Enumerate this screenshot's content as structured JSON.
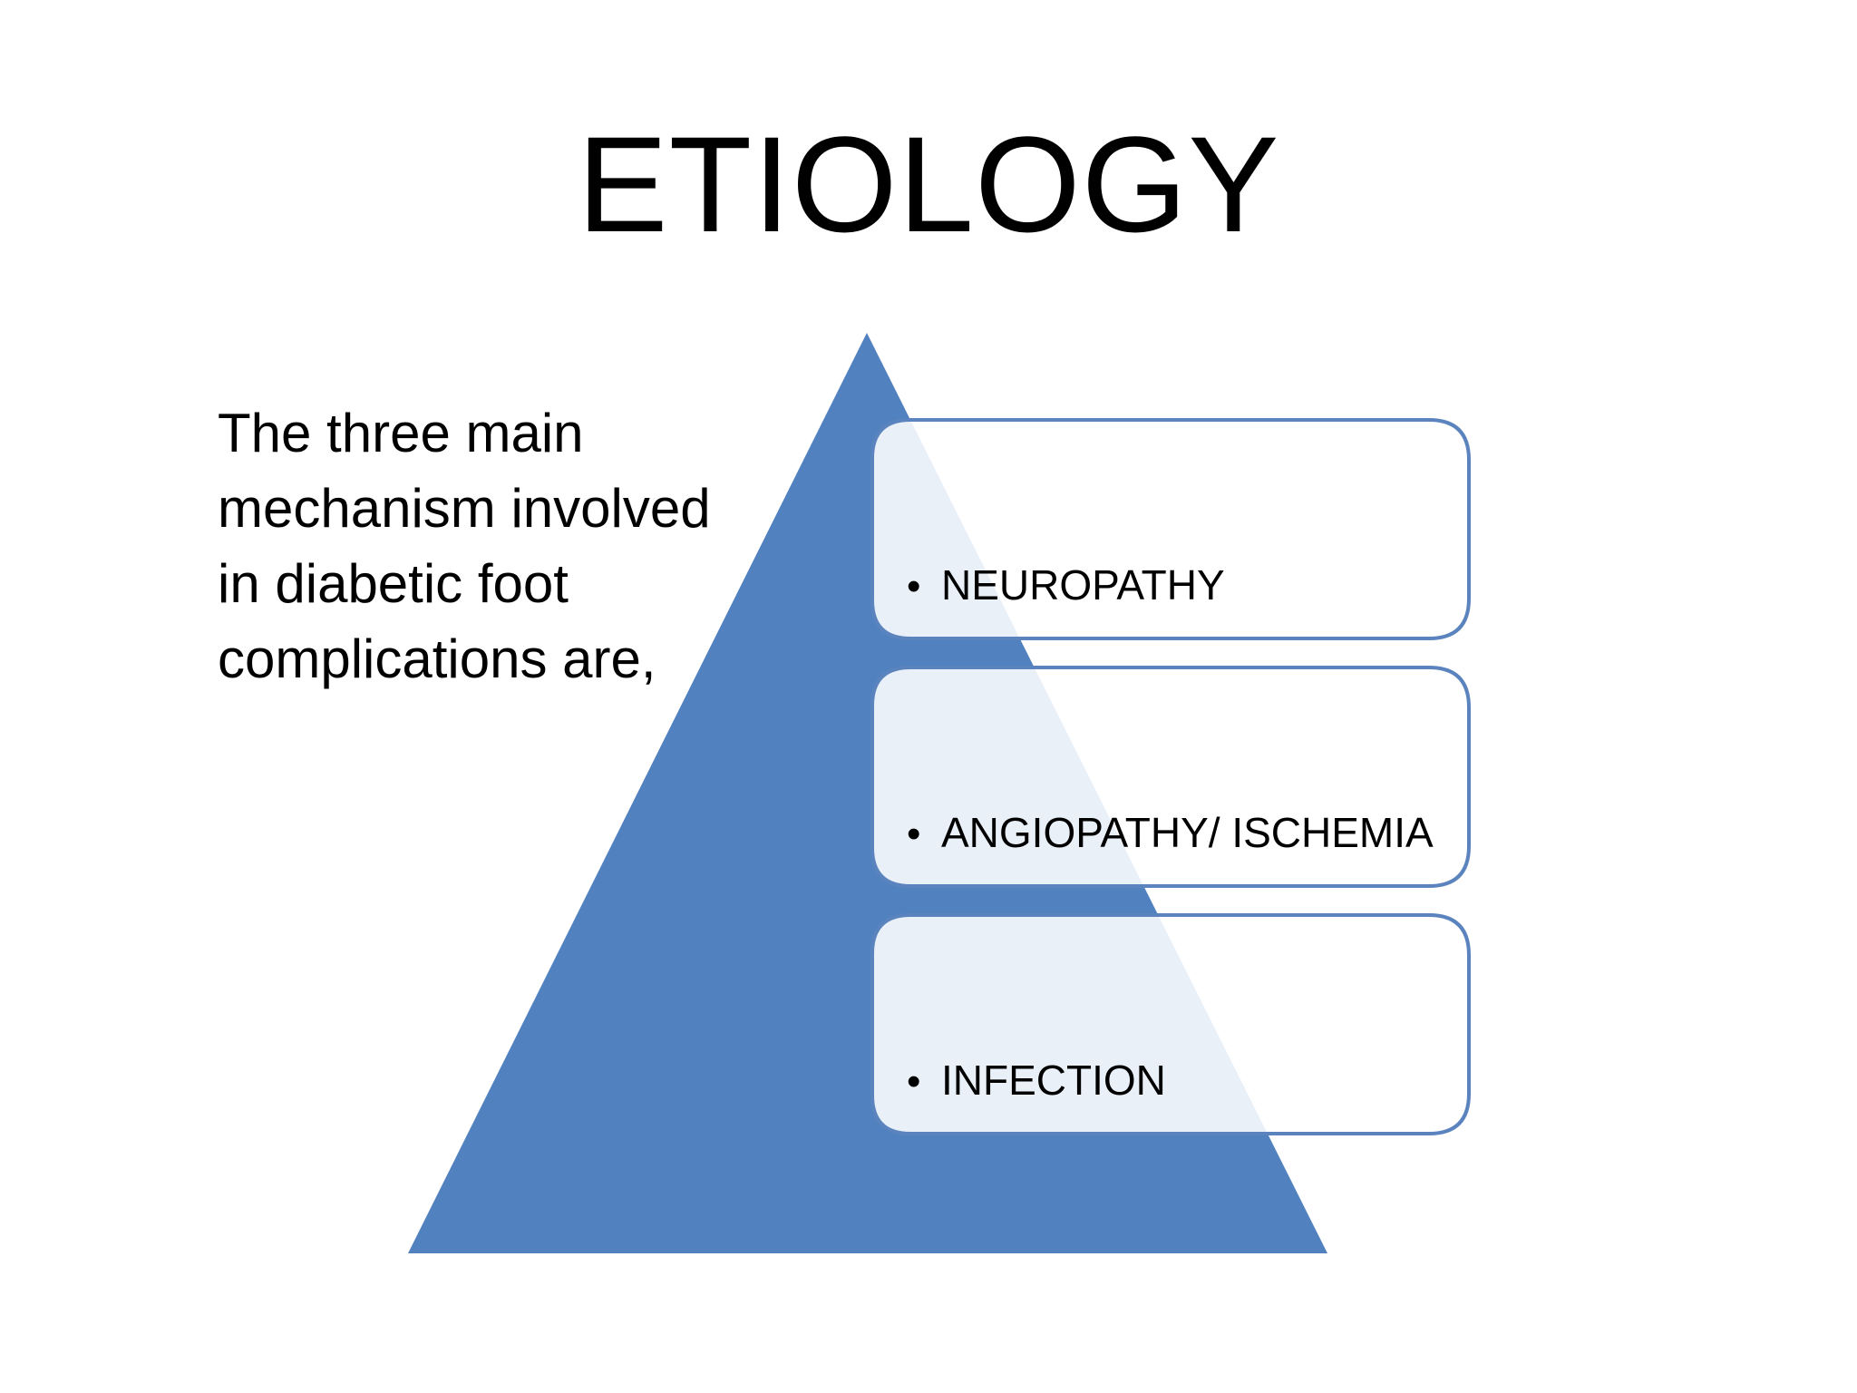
{
  "title": "ETIOLOGY",
  "intro_text": "The three main mechanism involved in diabetic foot complications are,",
  "items": [
    {
      "label": "NEUROPATHY"
    },
    {
      "label": "ANGIOPATHY/ ISCHEMIA"
    },
    {
      "label": "INFECTION"
    }
  ],
  "colors": {
    "pyramid": "#5281C0",
    "box_fill": "#E9EFF7",
    "box_stroke": "#5B84BE"
  },
  "bullet_glyph": "•"
}
